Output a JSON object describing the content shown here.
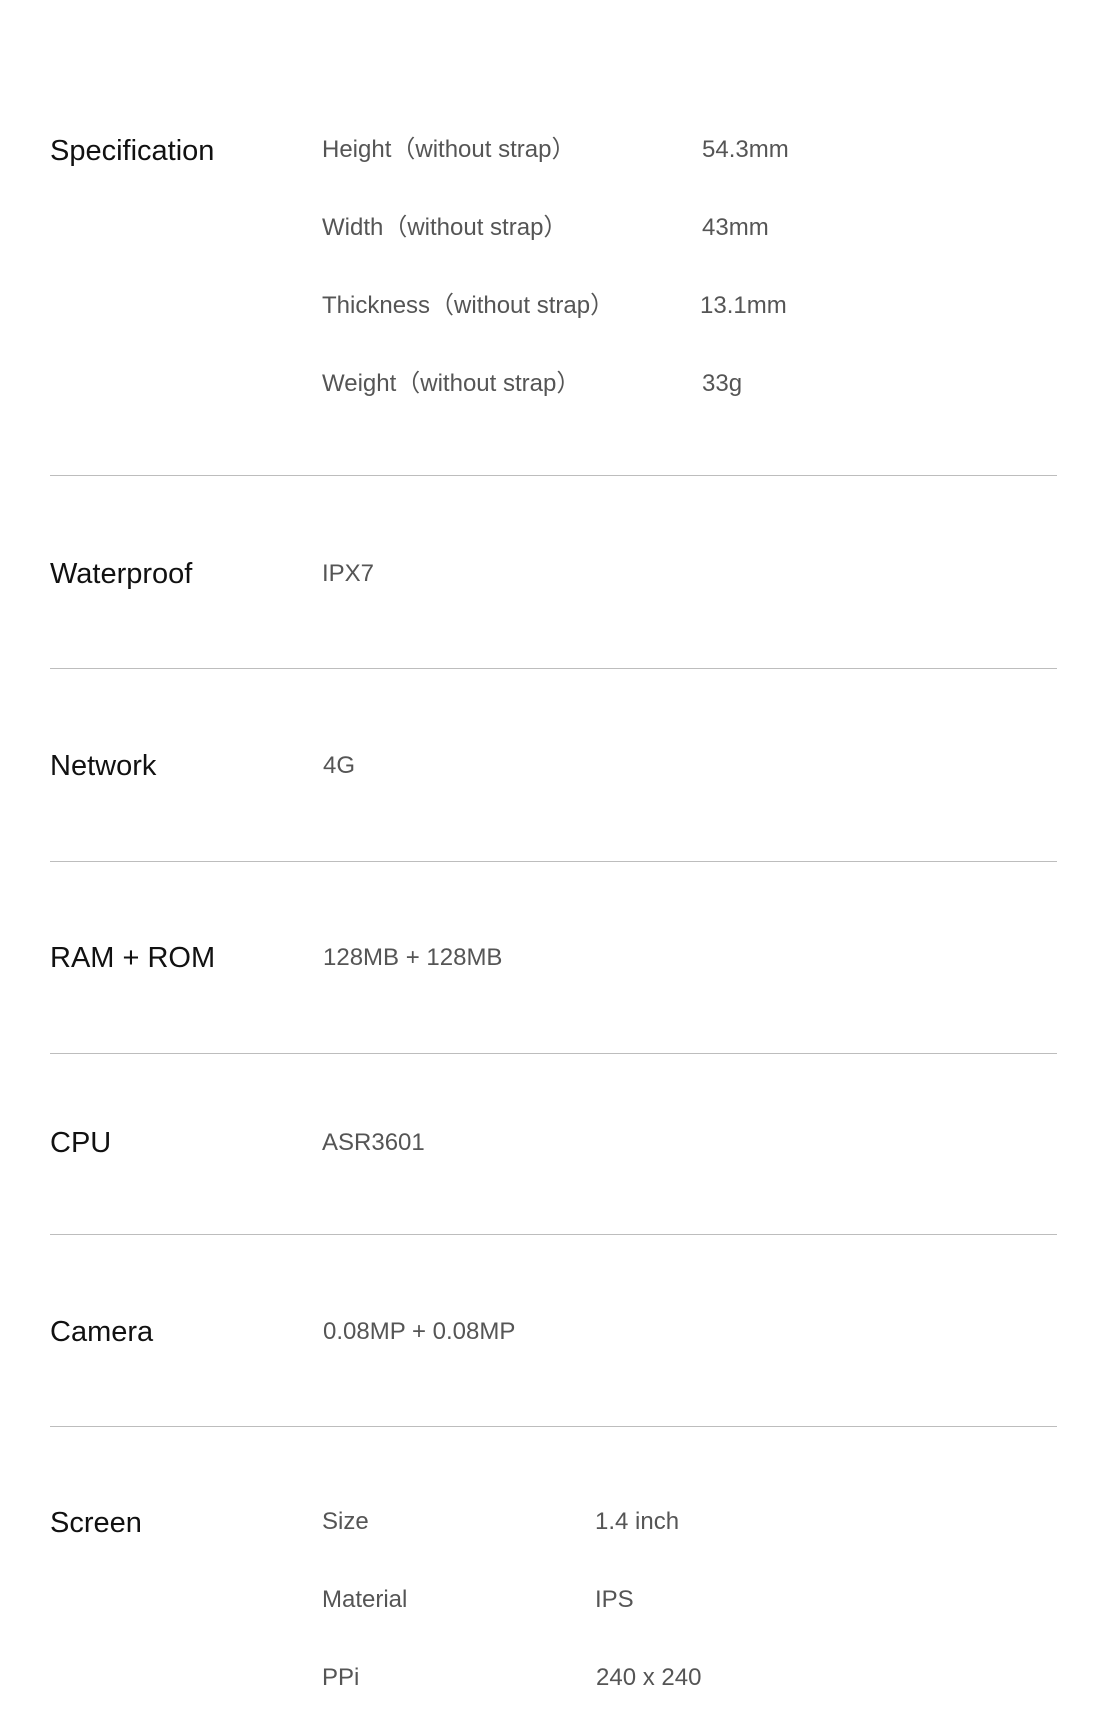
{
  "sections": {
    "specification": {
      "title": "Specification",
      "rows": [
        {
          "label": "Height（without strap）",
          "value": "54.3mm"
        },
        {
          "label": "Width（without strap）",
          "value": "43mm"
        },
        {
          "label": "Thickness（without strap）",
          "value": "13.1mm"
        },
        {
          "label": "Weight（without strap）",
          "value": "33g"
        }
      ]
    },
    "waterproof": {
      "title": "Waterproof",
      "value": "IPX7"
    },
    "network": {
      "title": "Network",
      "value": "4G"
    },
    "ram_rom": {
      "title": "RAM + ROM",
      "value": "128MB + 128MB"
    },
    "cpu": {
      "title": "CPU",
      "value": "ASR3601"
    },
    "camera": {
      "title": "Camera",
      "value": "0.08MP + 0.08MP"
    },
    "screen": {
      "title": "Screen",
      "rows": [
        {
          "label": "Size",
          "value": "1.4 inch"
        },
        {
          "label": "Material",
          "value": "IPS"
        },
        {
          "label": "PPi",
          "value": "240 x 240"
        }
      ]
    }
  }
}
